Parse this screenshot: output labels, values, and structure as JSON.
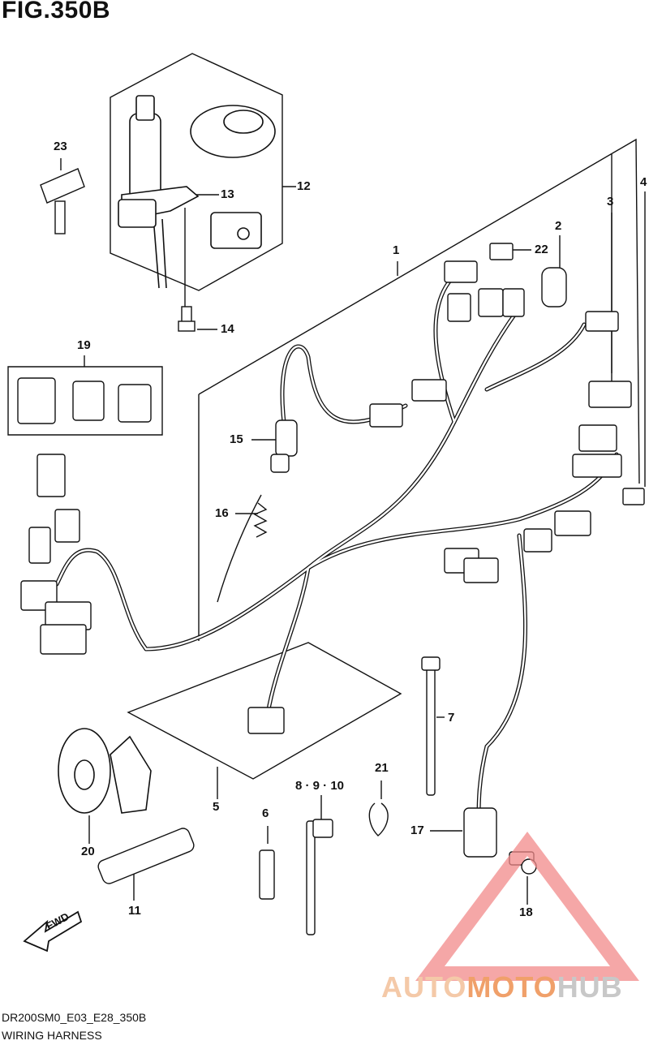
{
  "figure": {
    "title": "FIG.350B",
    "code": "DR200SM0_E03_E28_350B",
    "name": "WIRING HARNESS"
  },
  "callouts": [
    {
      "id": "c1",
      "text": "1"
    },
    {
      "id": "c2",
      "text": "2"
    },
    {
      "id": "c3",
      "text": "3"
    },
    {
      "id": "c4",
      "text": "4"
    },
    {
      "id": "c5",
      "text": "5"
    },
    {
      "id": "c6",
      "text": "6"
    },
    {
      "id": "c7",
      "text": "7"
    },
    {
      "id": "c8910",
      "text": "8 · 9 · 10"
    },
    {
      "id": "c11",
      "text": "11"
    },
    {
      "id": "c12",
      "text": "12"
    },
    {
      "id": "c13",
      "text": "13"
    },
    {
      "id": "c14",
      "text": "14"
    },
    {
      "id": "c15",
      "text": "15"
    },
    {
      "id": "c16",
      "text": "16"
    },
    {
      "id": "c17",
      "text": "17"
    },
    {
      "id": "c18",
      "text": "18"
    },
    {
      "id": "c19",
      "text": "19"
    },
    {
      "id": "c20",
      "text": "20"
    },
    {
      "id": "c21",
      "text": "21"
    },
    {
      "id": "c22",
      "text": "22"
    },
    {
      "id": "c23",
      "text": "23"
    }
  ],
  "fwd_label": "FWD",
  "watermark": {
    "part1": "AUTO",
    "part2": "MOTO",
    "part3": "HUB",
    "color_triangle": "#f28a8a"
  }
}
